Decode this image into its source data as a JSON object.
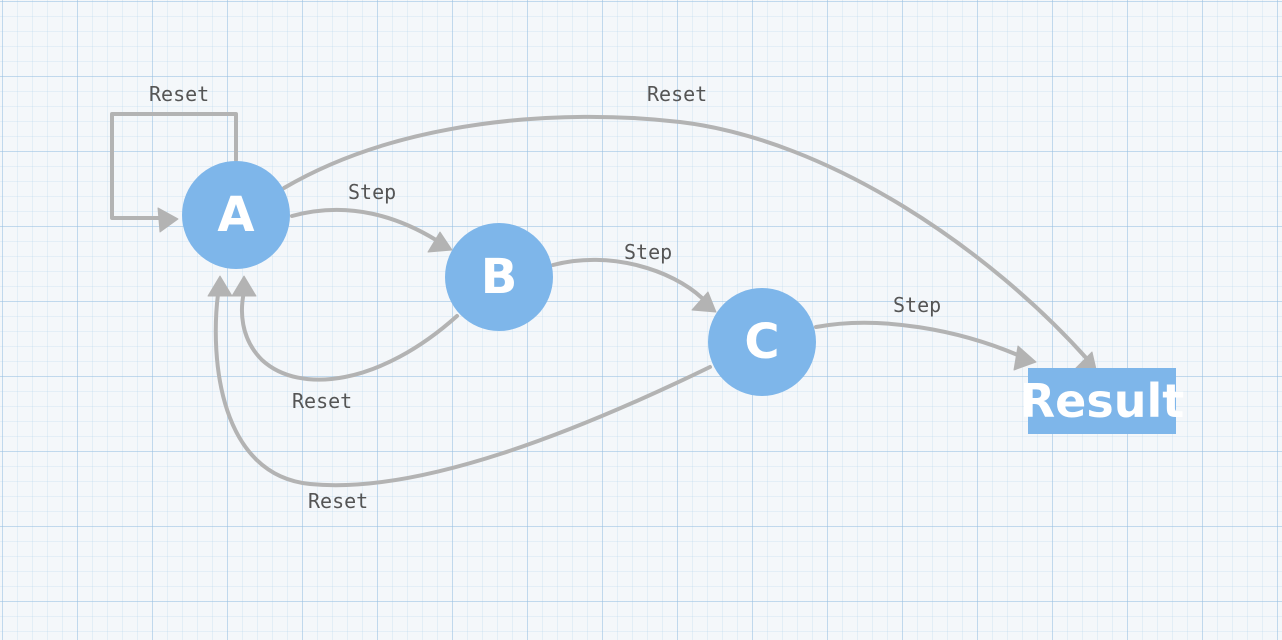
{
  "nodes": {
    "a": "A",
    "b": "B",
    "c": "C",
    "result": "Result"
  },
  "edges": {
    "a_self_reset": "Reset",
    "a_to_result_reset": "Reset",
    "a_to_b_step": "Step",
    "b_to_c_step": "Step",
    "c_to_result_step": "Step",
    "b_to_a_reset": "Reset",
    "c_to_a_reset": "Reset"
  },
  "colors": {
    "node_fill": "#7eb6ea",
    "edge_stroke": "#b3b3b3",
    "label_text": "#555555",
    "grid": "#96bee1",
    "background": "#f4f7fa"
  }
}
